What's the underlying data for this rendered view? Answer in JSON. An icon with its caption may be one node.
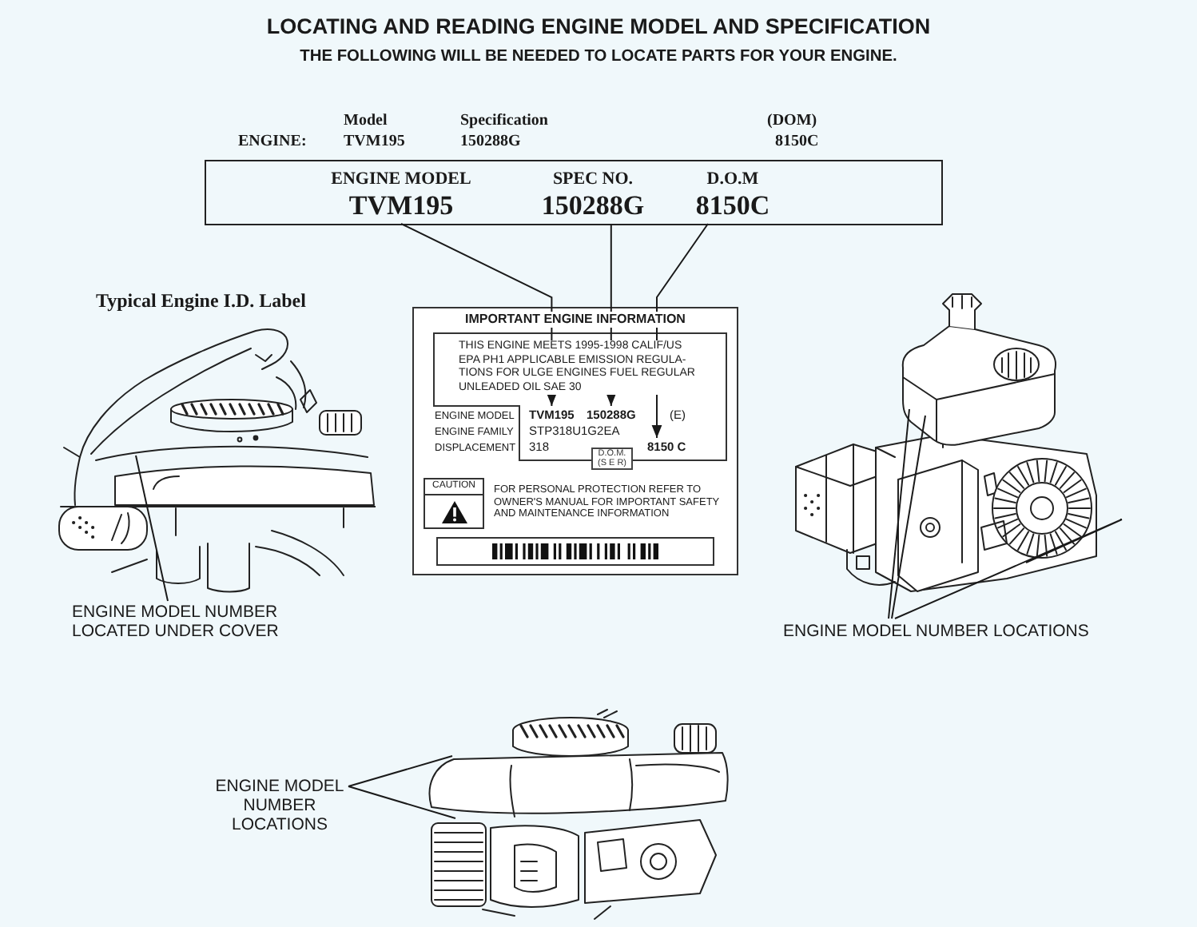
{
  "diagram": {
    "title": "LOCATING AND READING ENGINE MODEL AND SPECIFICATION",
    "nodes": [
      {
        "text": [],
        "shape": "box"
      },
      {
        "text": [
          "ENGINE MODEL",
          "TVM195"
        ],
        "in": 0
      },
      {
        "text": [
          "SPEC NO.",
          "150288G"
        ],
        "in": 0
      },
      {
        "text": [
          "D.O.M",
          "8150C"
        ],
        "in": 0
      },
      {
        "text": [
          "IMPORTANT ENGINE INFORMATION",
          "FOR PERSONAL PROTECTION REFER TO OWNER'S MANUAL FOR IMPORTANT SAFETY AND MAINTENANCE INFORMATION"
        ]
      },
      {
        "text": [
          "THIS ENGINE MEETS 1995-1998 CALIF/US EPA PH1 APPLICABLE EMISSION REGULA- TIONS FOR ULGE ENGINES FUEL REGULAR UNLEADED OIL SAE 30",
          "ENGINE MODEL",
          "(E)",
          "ENGINE FAMILY",
          "STP318U1G2EA",
          "DISPLACEMENT",
          "318"
        ],
        "in": 4
      },
      {
        "text": [
          "TVM195"
        ],
        "in": 5
      },
      {
        "text": [
          "150288G"
        ],
        "in": 5
      },
      {
        "text": [
          "8150 C"
        ],
        "in": 5
      },
      {
        "text": [
          "D.O.M. (S E R)"
        ],
        "in": 5
      },
      {
        "text": [
          "CAUTION"
        ],
        "in": 4
      },
      {
        "text": [],
        "shape": "picture"
      },
      {
        "text": [
          "ENGINE MODEL NUMBER LOCATED UNDER COVER"
        ]
      },
      {
        "text": [],
        "shape": "picture"
      },
      {
        "text": [
          "ENGINE MODEL NUMBER LOCATIONS"
        ]
      },
      {
        "text": [
          "ENGINE MODEL NUMBER LOCATIONS"
        ]
      },
      {
        "text": [],
        "shape": "picture"
      }
    ],
    "edges": [
      {
        "from": 1,
        "to": 6,
        "arrow": "to"
      },
      {
        "from": 2,
        "to": 7,
        "arrow": "to"
      },
      {
        "from": 3,
        "to": 8,
        "arrow": "to"
      },
      {
        "from": 12,
        "to": 11,
        "arrow": "none"
      },
      {
        "from": 14,
        "to": 13,
        "arrow": "none"
      },
      {
        "from": 14,
        "to": 13,
        "arrow": "none"
      },
      {
        "from": 14,
        "to": 13,
        "arrow": "none"
      },
      {
        "from": 15,
        "to": 16,
        "arrow": "none"
      },
      {
        "from": 15,
        "to": 16,
        "arrow": "none"
      }
    ],
    "labels": [
      "THE FOLLOWING WILL BE NEEDED TO LOCATE PARTS FOR YOUR ENGINE.",
      "Model",
      "Specification",
      "(DOM)",
      "ENGINE:",
      "TVM195",
      "150288G",
      "8150C",
      "Typical Engine I.D. Label"
    ]
  }
}
